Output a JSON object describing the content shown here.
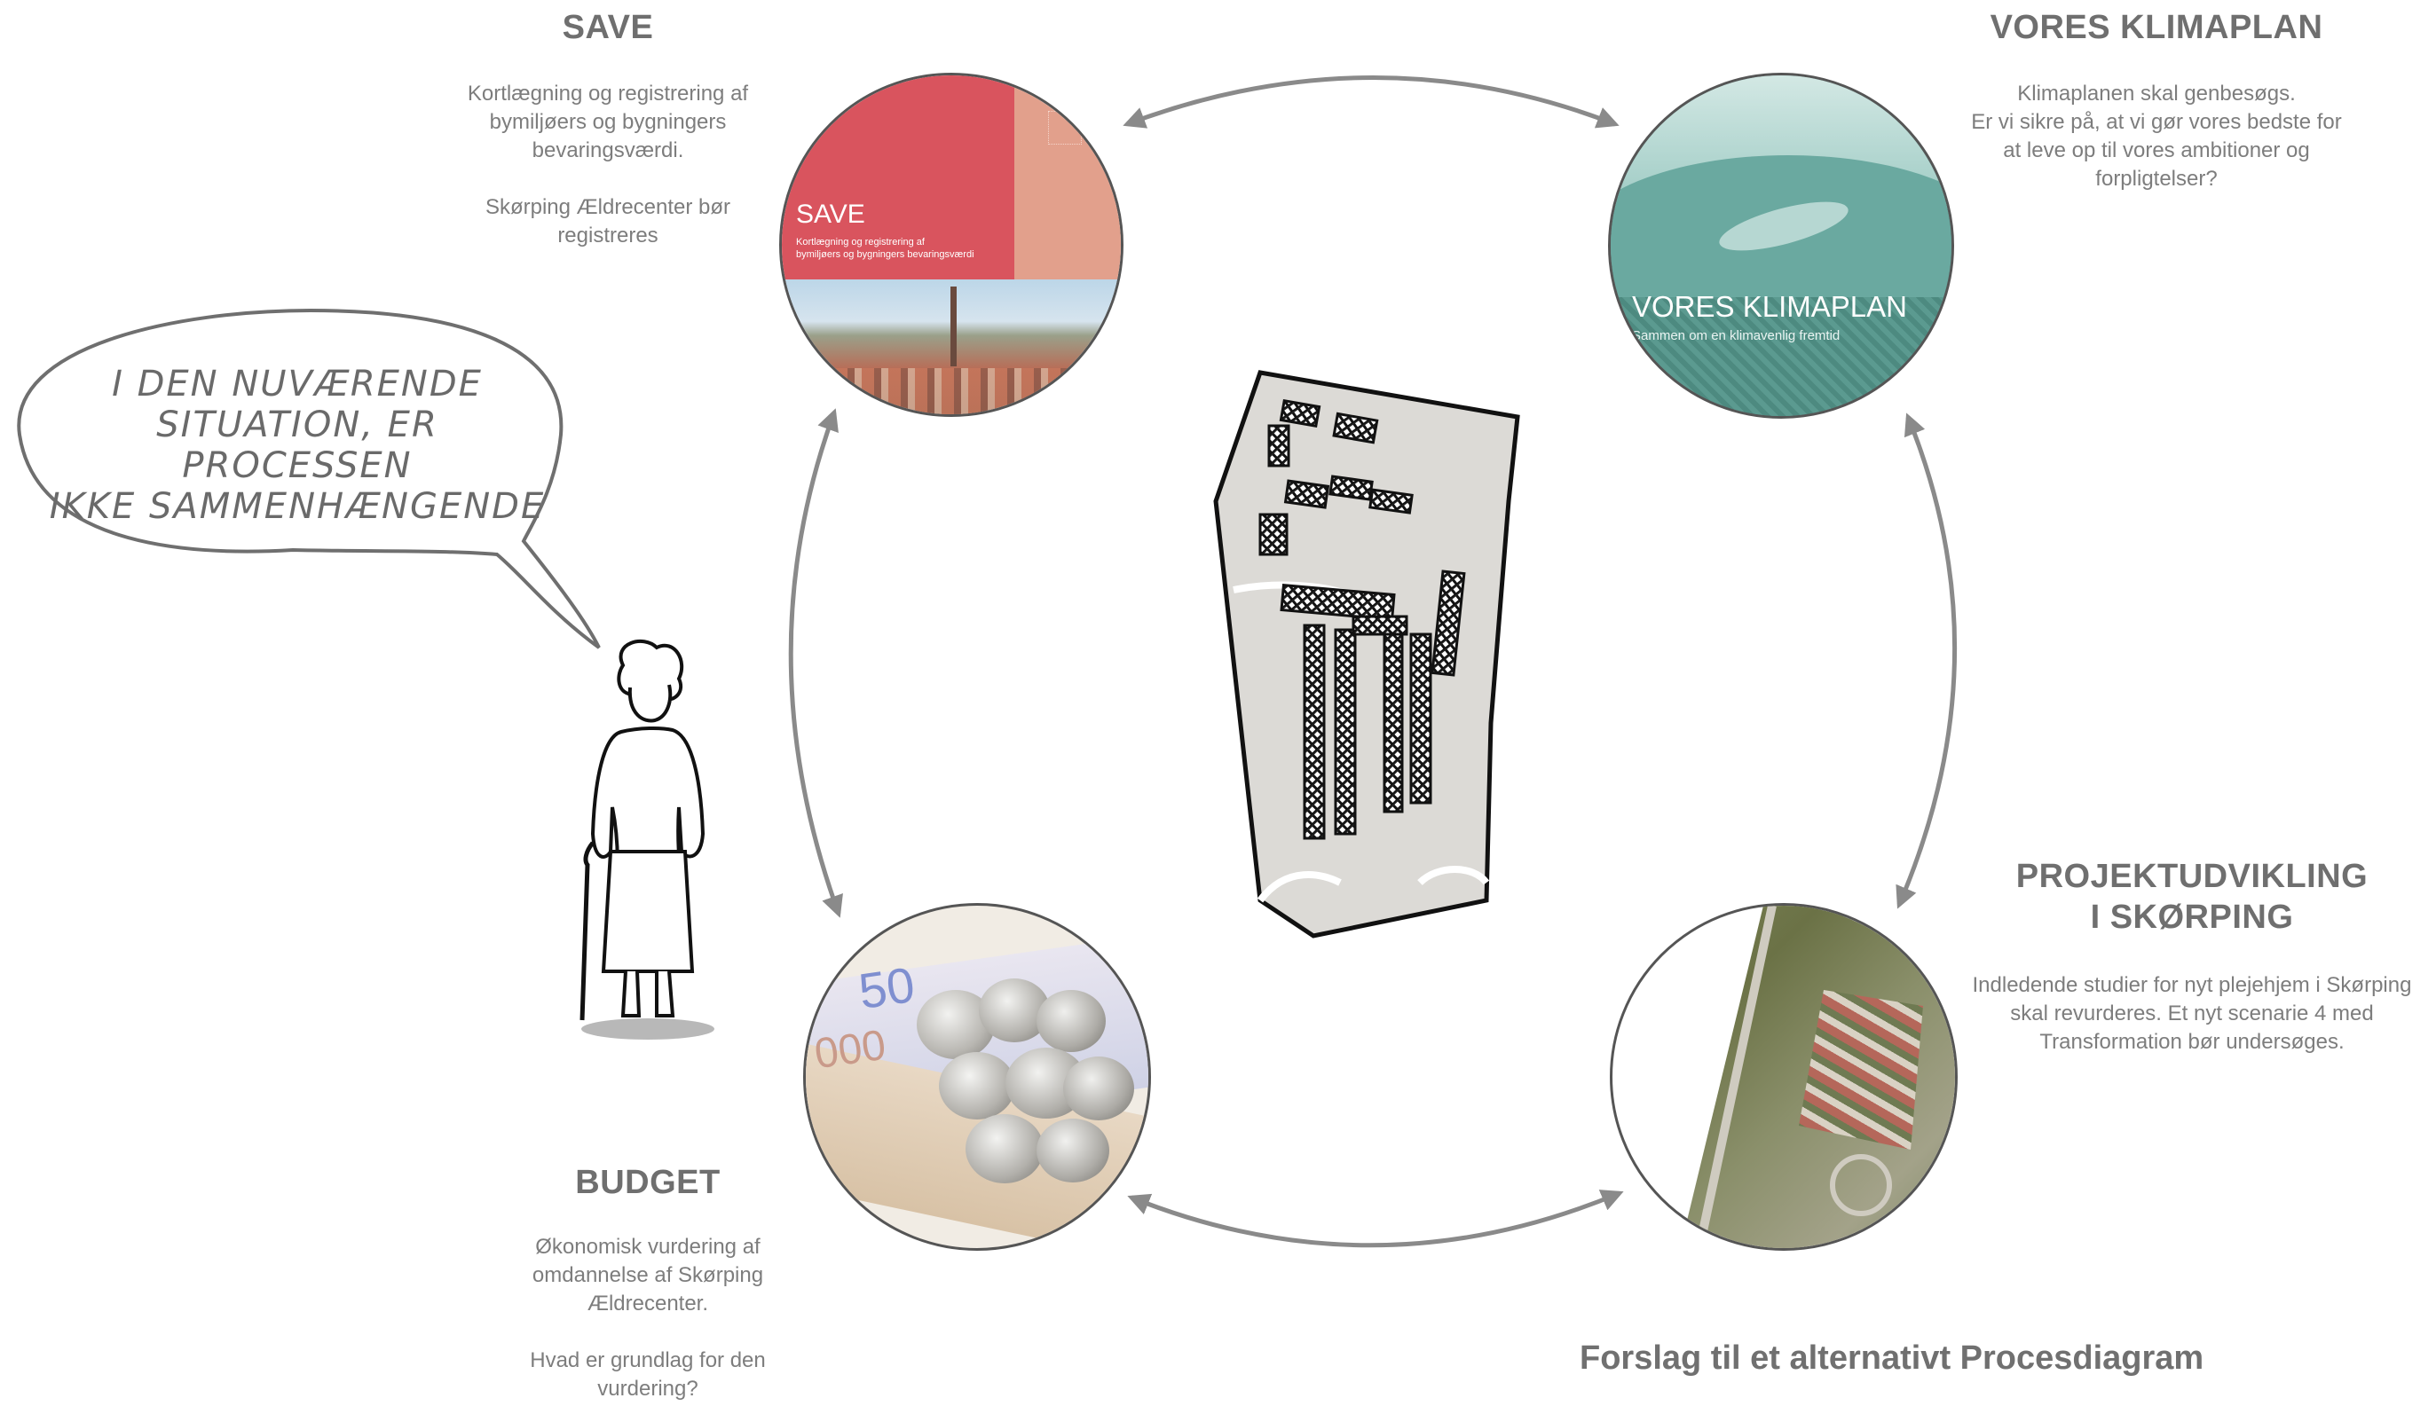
{
  "save": {
    "title": "SAVE",
    "desc_1": "Kortlægning og registrering af bymiljøers og bygningers bevaringsværdi.",
    "desc_2": "Skørping Ældrecenter bør registreres",
    "image_title": "SAVE",
    "image_subtitle_1": "Kortlægning og registrering af",
    "image_subtitle_2": "bymiljøers og bygningers bevaringsværdi"
  },
  "klimaplan": {
    "title": "VORES KLIMAPLAN",
    "desc_1": "Klimaplanen skal genbesøgs.",
    "desc_2": "Er vi sikre på, at vi gør vores bedste for at leve op til vores ambitioner og forpligtelser?",
    "image_title": "VORES KLIMAPLAN",
    "image_subtitle": "Sammen om en klimavenlig fremtid"
  },
  "projekt": {
    "title_1": "PROJEKTUDVIKLING",
    "title_2": "I SKØRPING",
    "desc": "Indledende studier for nyt plejehjem i Skørping skal revurderes. Et nyt scenarie 4 med Transformation bør undersøges."
  },
  "budget": {
    "title": "BUDGET",
    "desc_1": "Økonomisk vurdering af omdannelse af Skørping Ældrecenter.",
    "desc_2": "Hvad er grundlag for den vurdering?"
  },
  "speech": {
    "line_1": "I DEN NUVÆRENDE",
    "line_2": "SITUATION, ER PROCESSEN",
    "line_3": "IKKE SAMMENHÆNGENDE"
  },
  "footer": {
    "caption": "Forslag til et alternativt Procesdiagram"
  },
  "colors": {
    "save_red": "#d9545e",
    "save_salmon": "#e2a08c",
    "klima_teal": "#6aa9a0",
    "arrow_gray": "#8a8a8a"
  }
}
